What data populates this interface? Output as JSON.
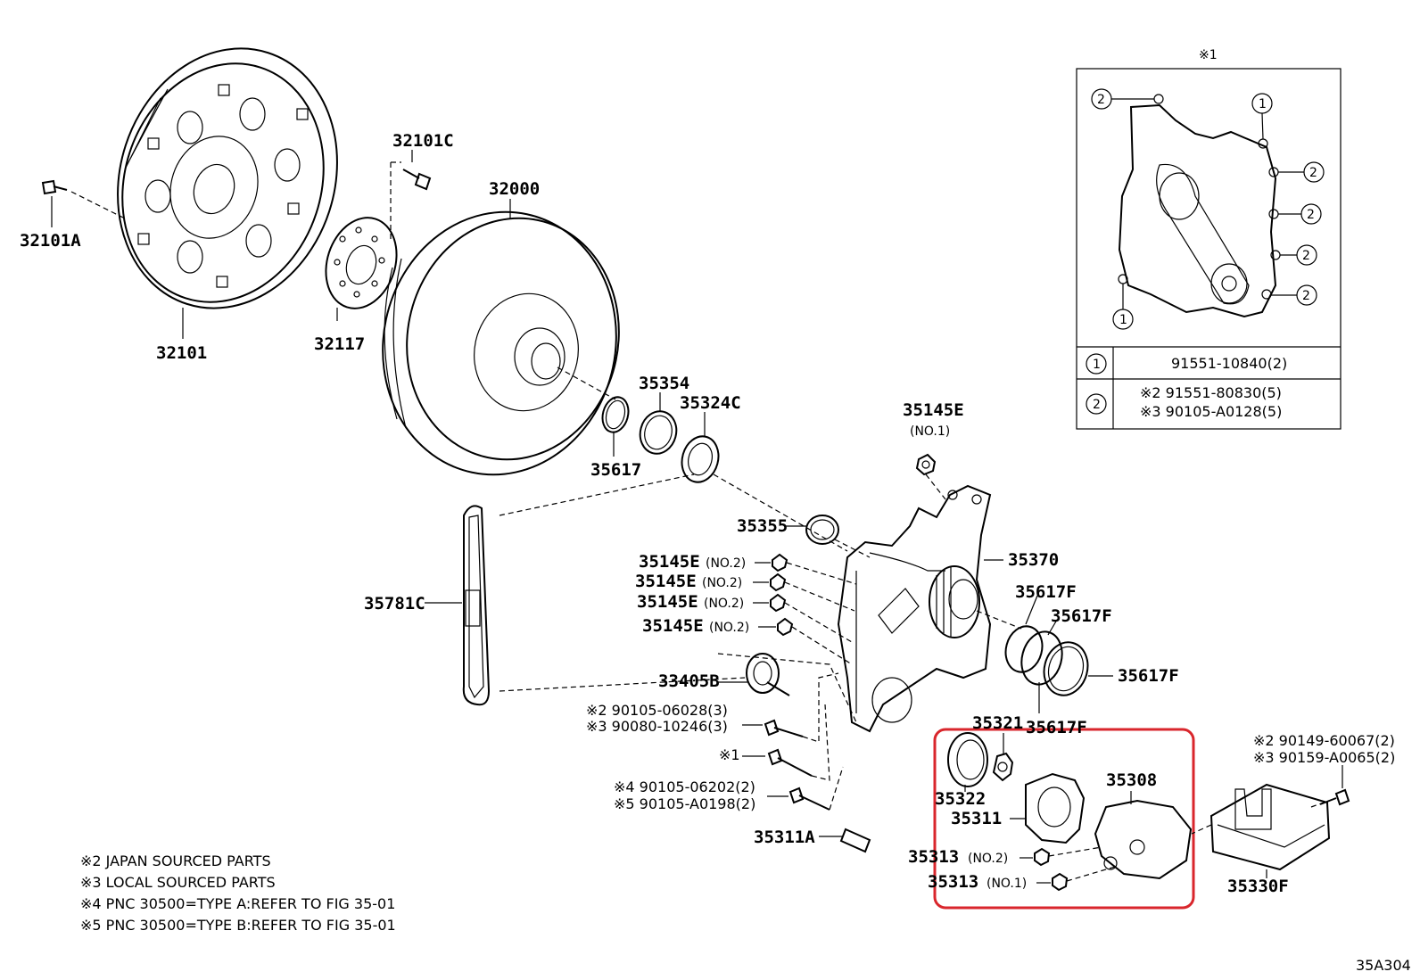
{
  "labels": {
    "p32101A": "32101A",
    "p32101": "32101",
    "p32101C": "32101C",
    "p32117": "32117",
    "p32000": "32000",
    "p35354": "35354",
    "p35324C": "35324C",
    "p35617": "35617",
    "p35145E_top": "35145E",
    "no1_top": "(NO.1)",
    "p35355": "35355",
    "p35370": "35370",
    "p35145E_a": "35145E",
    "p35145E_b": "35145E",
    "p35145E_c": "35145E",
    "p35145E_d": "35145E",
    "no2_a": "(NO.2)",
    "no2_b": "(NO.2)",
    "no2_c": "(NO.2)",
    "no2_d": "(NO.2)",
    "p35617F_a": "35617F",
    "p35617F_b": "35617F",
    "p35617F_c": "35617F",
    "p35617F_d": "35617F",
    "p35781C": "35781C",
    "p33405B": "33405B",
    "bolt_a": "※2 90105-06028(3)",
    "bolt_b": "※3 90080-10246(3)",
    "bolt_star1": "※1",
    "bolt_c": "※4 90105-06202(2)",
    "bolt_d": "※5 90105-A0198(2)",
    "p35311A": "35311A",
    "p35321": "35321",
    "p35322": "35322",
    "p35311": "35311",
    "p35308": "35308",
    "p35313_a": "35313",
    "p35313_b": "35313",
    "no2_e": "(NO.2)",
    "no1_e": "(NO.1)",
    "p35330F": "35330F",
    "bolt_e": "※2 90149-60067(2)",
    "bolt_f": "※3 90159-A0065(2)",
    "fig_code": "35A304"
  },
  "inset": {
    "title": "※1",
    "callout_1": "1",
    "callout_2": "2",
    "row1_key": "1",
    "row1_value": "91551-10840(2)",
    "row2_key": "2",
    "row2_value_a": "※2 91551-80830(5)",
    "row2_value_b": "※3 90105-A0128(5)"
  },
  "notes": [
    "※2 JAPAN SOURCED PARTS",
    "※3 LOCAL SOURCED PARTS",
    "※4 PNC 30500=TYPE A:REFER TO FIG 35-01",
    "※5 PNC 30500=TYPE B:REFER TO FIG 35-01"
  ],
  "colors": {
    "highlight": "#d9262c",
    "ink": "#000000"
  }
}
